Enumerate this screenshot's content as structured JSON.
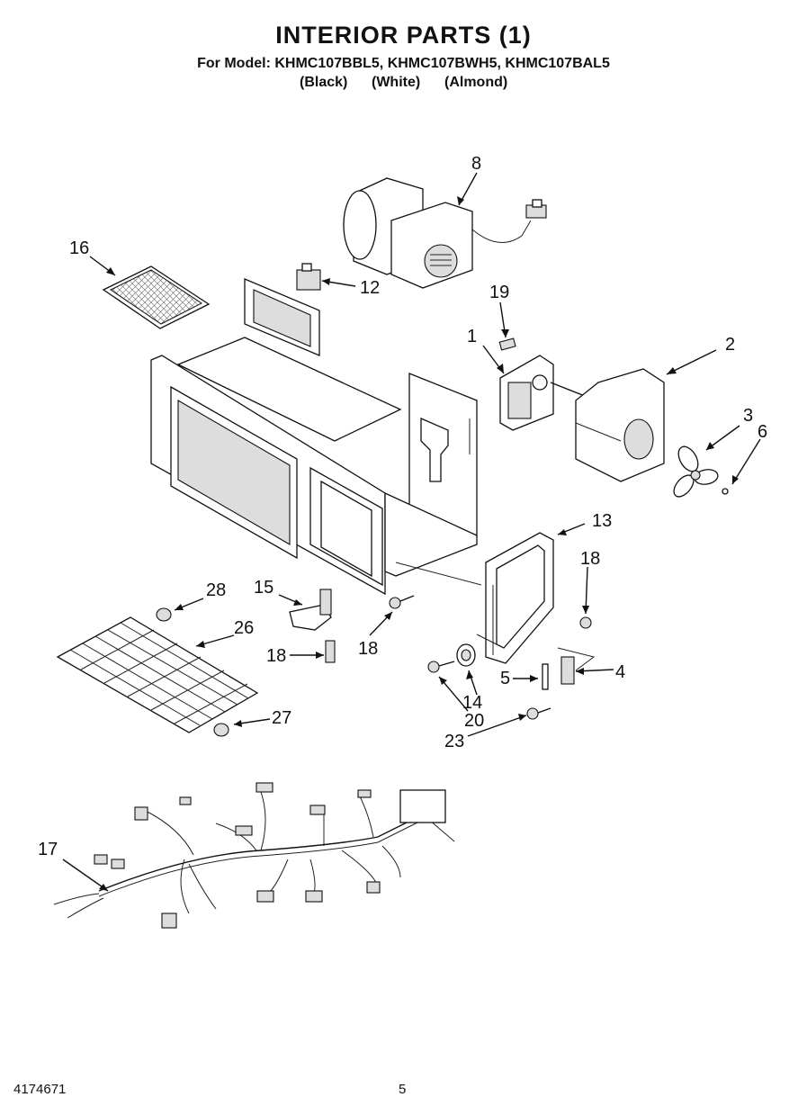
{
  "header": {
    "title": "INTERIOR PARTS (1)",
    "models": "For Model: KHMC107BBL5, KHMC107BWH5, KHMC107BAL5",
    "color_black": "(Black)",
    "color_white": "(White)",
    "color_almond": "(Almond)"
  },
  "callouts": {
    "c1": "1",
    "c2": "2",
    "c3": "3",
    "c4": "4",
    "c5": "5",
    "c6": "6",
    "c8": "8",
    "c12": "12",
    "c13": "13",
    "c14": "14",
    "c15": "15",
    "c16": "16",
    "c17": "17",
    "c18a": "18",
    "c18b": "18",
    "c18c": "18",
    "c19": "19",
    "c20": "20",
    "c23": "23",
    "c26": "26",
    "c27": "27",
    "c28": "28"
  },
  "footer": {
    "doc_number": "4174671",
    "page_number": "5"
  }
}
